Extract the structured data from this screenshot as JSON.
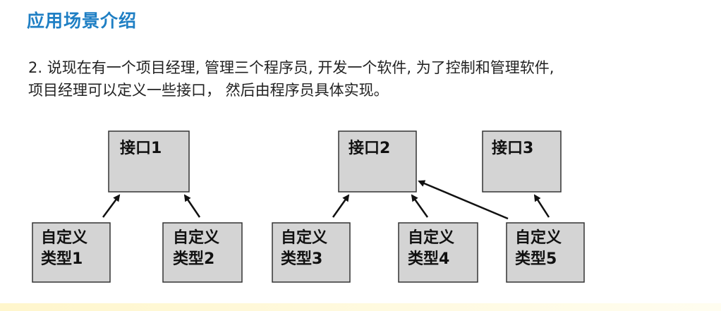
{
  "slide": {
    "title": "应用场景介绍",
    "description_lines": [
      "2. 说现在有一个项目经理, 管理三个程序员, 开发一个软件, 为了控制和管理软件,",
      "项目经理可以定义一些接口， 然后由程序员具体实现。"
    ]
  },
  "diagram": {
    "interfaces": [
      {
        "id": "if1",
        "label": "接口1"
      },
      {
        "id": "if2",
        "label": "接口2"
      },
      {
        "id": "if3",
        "label": "接口3"
      }
    ],
    "types": [
      {
        "id": "t1",
        "line1": "自定义",
        "line2": "类型1"
      },
      {
        "id": "t2",
        "line1": "自定义",
        "line2": "类型2"
      },
      {
        "id": "t3",
        "line1": "自定义",
        "line2": "类型3"
      },
      {
        "id": "t4",
        "line1": "自定义",
        "line2": "类型4"
      },
      {
        "id": "t5",
        "line1": "自定义",
        "line2": "类型5"
      }
    ],
    "arrows": [
      {
        "from": "t1",
        "to": "if1"
      },
      {
        "from": "t2",
        "to": "if1"
      },
      {
        "from": "t3",
        "to": "if2"
      },
      {
        "from": "t4",
        "to": "if2"
      },
      {
        "from": "t5",
        "to": "if2"
      },
      {
        "from": "t5",
        "to": "if3"
      }
    ],
    "colors": {
      "box_fill": "#d4d4d4",
      "box_stroke": "#333333",
      "arrow": "#111111"
    }
  }
}
